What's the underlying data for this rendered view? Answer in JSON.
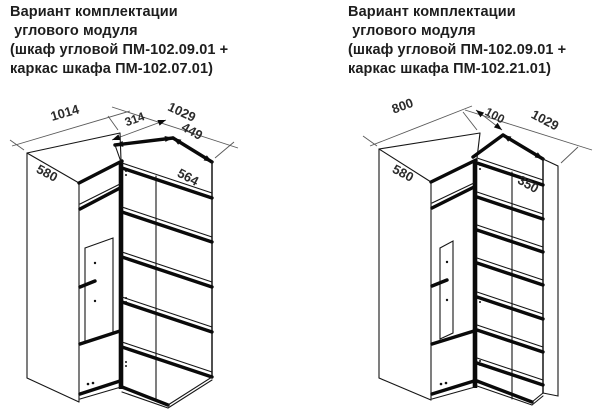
{
  "page": {
    "background": "#ffffff",
    "line_color": "#0a0a0a",
    "dim_line_color": "#5a5a5a",
    "dim_text_color": "#2b2b2b"
  },
  "diagrams": [
    {
      "id": "left-variant",
      "title_lines": [
        "Вариант комплектации",
        " углового модуля",
        "(шкаф угловой ПМ-102.09.01 +",
        "каркас шкафа ПМ-102.07.01)"
      ],
      "dims": {
        "top_width": "1014",
        "top_depth": "1029",
        "inner": "314",
        "corner_edge": "449",
        "side_depth": "580",
        "corner_side": "564"
      }
    },
    {
      "id": "right-variant",
      "title_lines": [
        "Вариант комплектации",
        " углового модуля",
        "(шкаф угловой ПМ-102.09.01 +",
        "каркас шкафа ПМ-102.21.01)"
      ],
      "dims": {
        "top_width": "800",
        "top_depth": "1029",
        "inner": "100",
        "side_depth": "580",
        "corner_side": "350"
      }
    }
  ]
}
